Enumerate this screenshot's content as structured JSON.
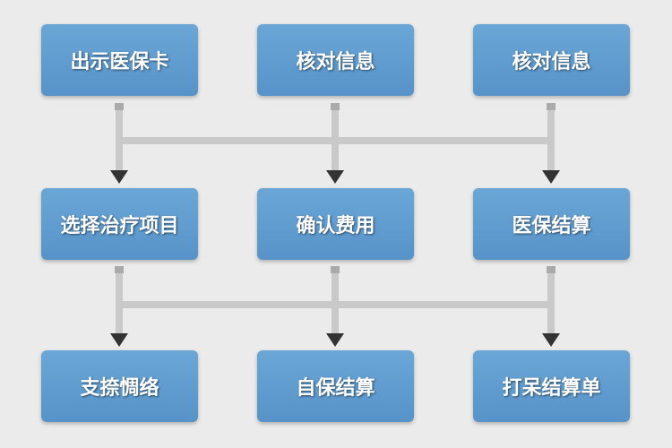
{
  "rows": [
    [
      "出示医保卡",
      "核对信息",
      "核对信息"
    ],
    [
      "选择治疗项目",
      "确认费用",
      "医保结算"
    ],
    [
      "支捺惆络",
      "自保结算",
      "打呆结算单"
    ]
  ],
  "colors": {
    "box": "#5b9bd0",
    "connector": "#c8c8c8",
    "arrow": "#333333",
    "background": "#ebebeb"
  }
}
